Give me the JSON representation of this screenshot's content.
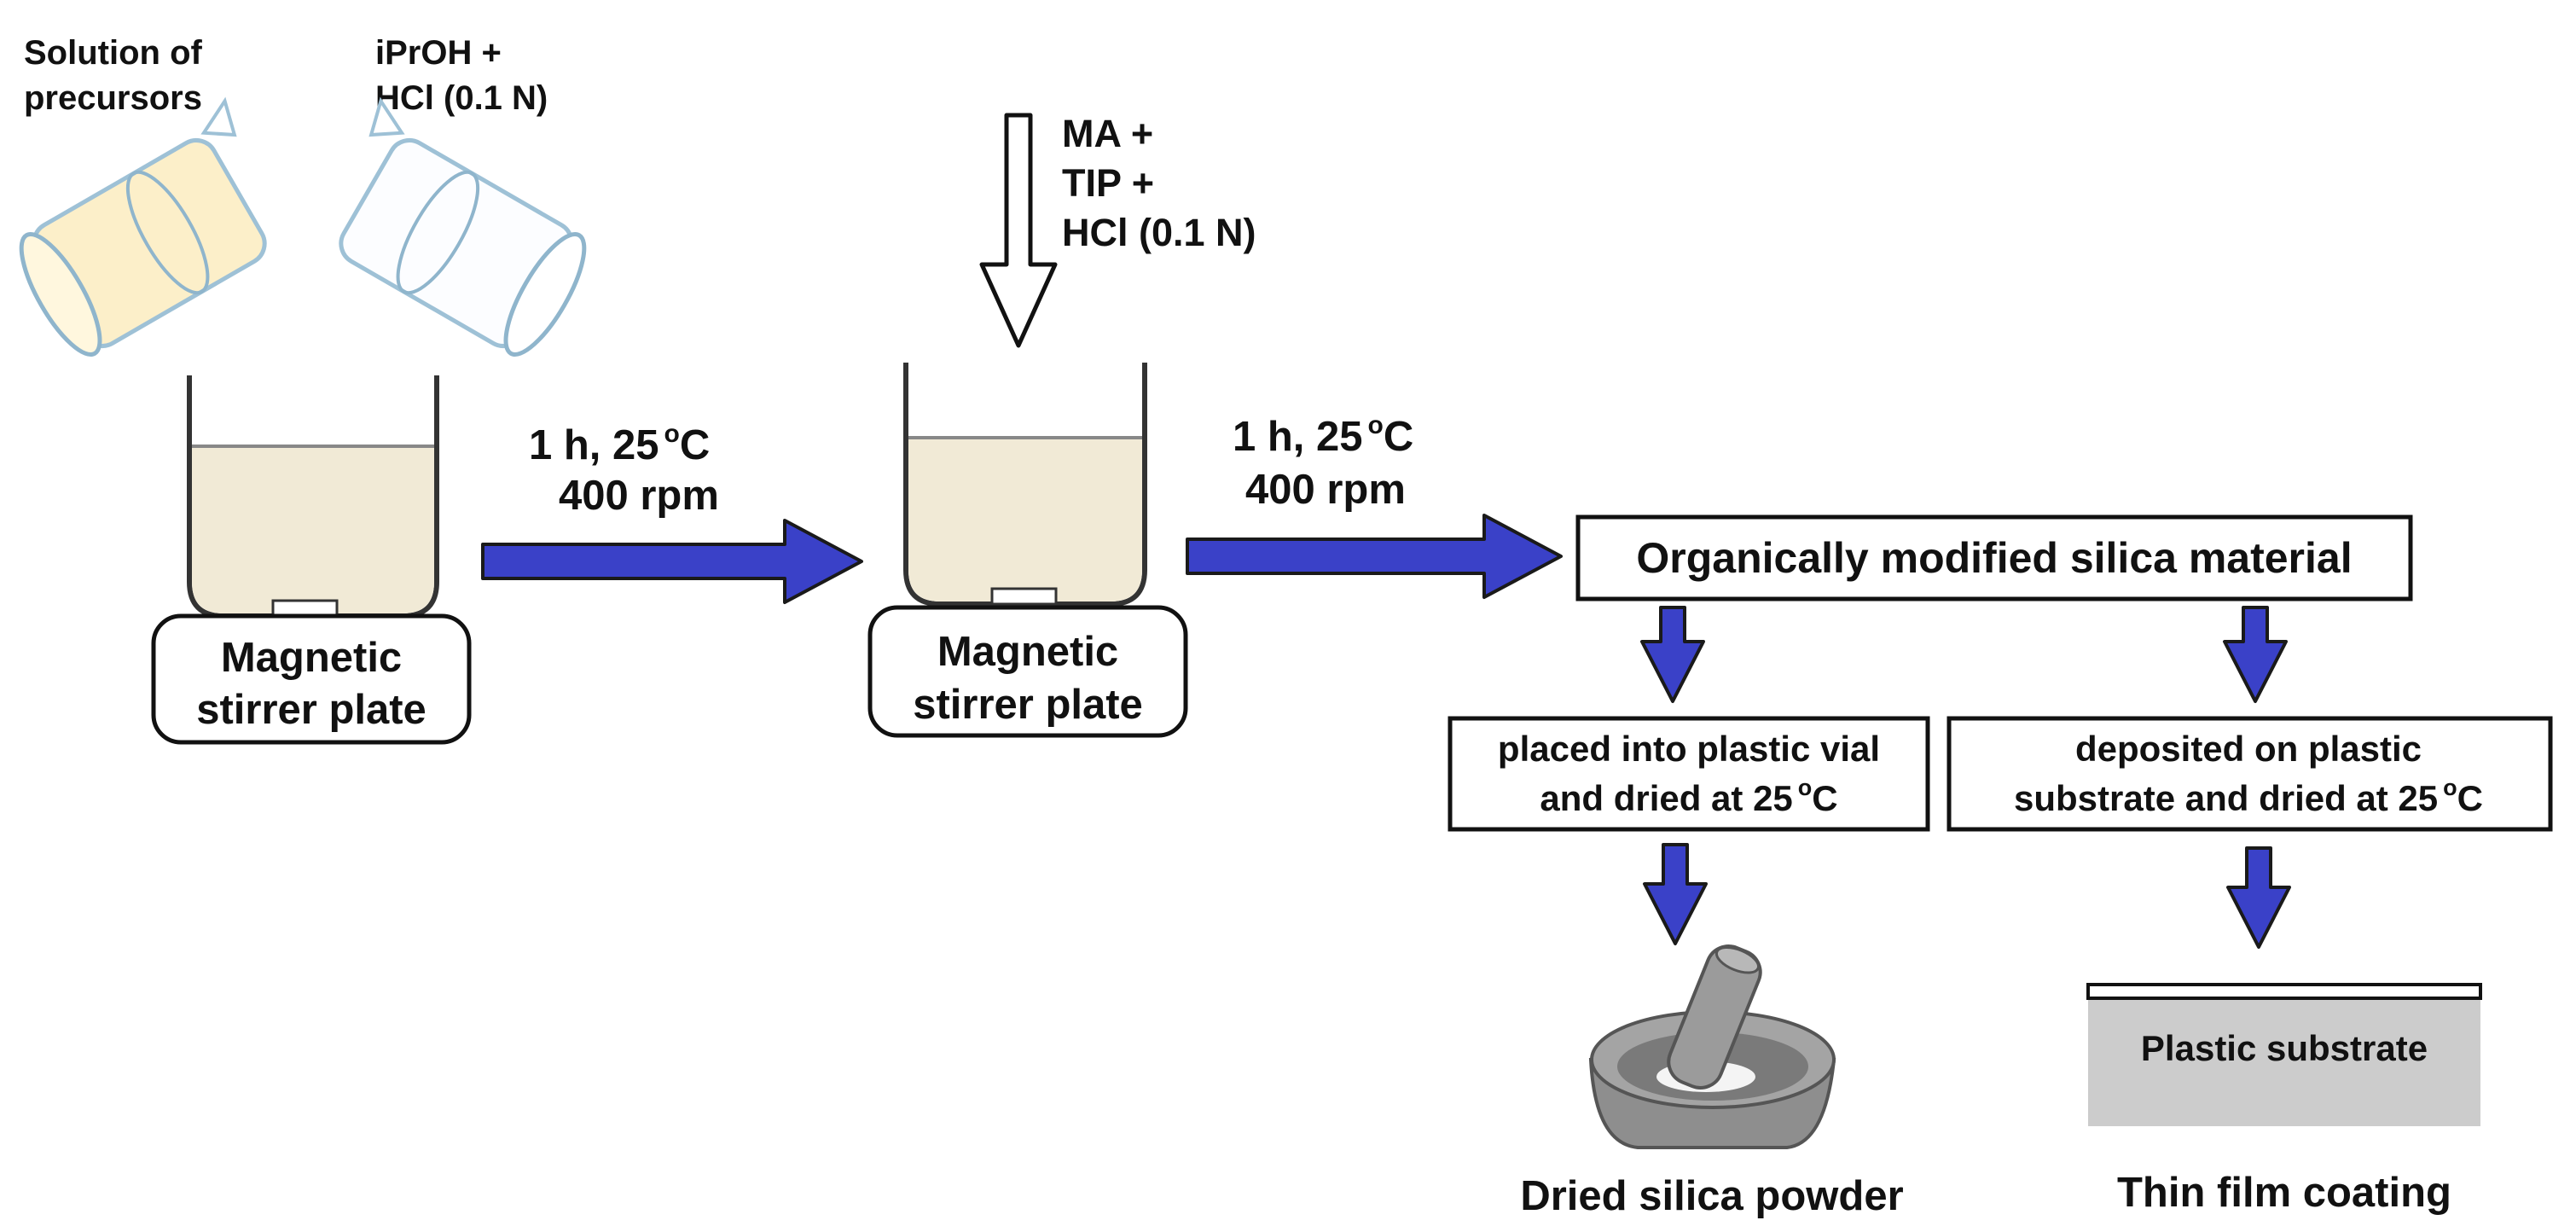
{
  "labels": {
    "solution_line1": "Solution of",
    "solution_line2": "precursors",
    "iproh_line1": "iPrOH +",
    "iproh_line2": "HCl (0.1 N)",
    "ma_line1": "MA +",
    "ma_line2": "TIP +",
    "ma_line3": "HCl (0.1 N)",
    "step1_time": "1 h, 25",
    "step1_deg": "o",
    "step1_unit": "C",
    "step1_speed": "400 rpm",
    "step2_time": "1 h, 25",
    "step2_deg": "o",
    "step2_unit": "C",
    "step2_speed": "400 rpm",
    "stirrer1_line1": "Magnetic",
    "stirrer1_line2": "stirrer plate",
    "stirrer2_line1": "Magnetic",
    "stirrer2_line2": "stirrer plate",
    "material": "Organically modified silica material",
    "vial_line1": "placed into plastic vial",
    "vial_line2": "and dried at 25",
    "vial_deg": "o",
    "vial_unit": "C",
    "film_line1": "deposited on plastic",
    "film_line2": "substrate and dried at 25",
    "film_deg": "o",
    "film_unit": "C",
    "substrate": "Plastic substrate",
    "powder_caption": "Dried silica powder",
    "coating_caption": "Thin film coating"
  },
  "colors": {
    "arrow_fill": "#3a41c8",
    "arrow_stroke": "#1a1a1a",
    "liquid": "#f1ead6",
    "precursor_liquid": "#fbecc0",
    "beaker_glass": "#9ec1d6",
    "mortar": "#8e8e8e",
    "substrate": "#cccccc"
  }
}
